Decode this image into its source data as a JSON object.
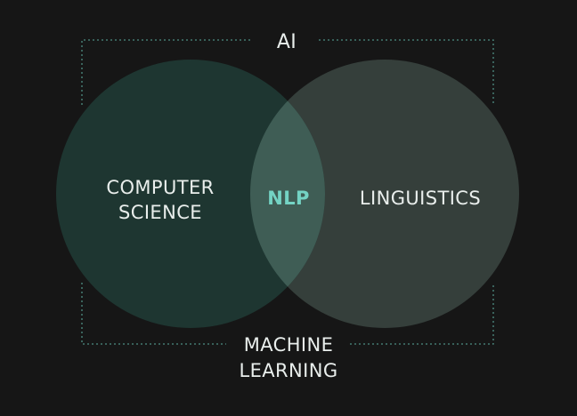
{
  "diagram": {
    "top_label": "AI",
    "bottom_label_line1": "MACHINE",
    "bottom_label_line2": "LEARNING",
    "left_set": {
      "line1": "COMPUTER",
      "line2": "SCIENCE"
    },
    "right_set": {
      "label": "LINGUISTICS"
    },
    "intersection": {
      "label": "NLP"
    }
  },
  "colors": {
    "background": "#161616",
    "left_circle": "#1e3631",
    "right_circle": "#353f3b",
    "intersection": "#3f5d55",
    "bracket": "#4e8d82",
    "text": "#e9eeec",
    "accent_text": "#74d3c4"
  }
}
